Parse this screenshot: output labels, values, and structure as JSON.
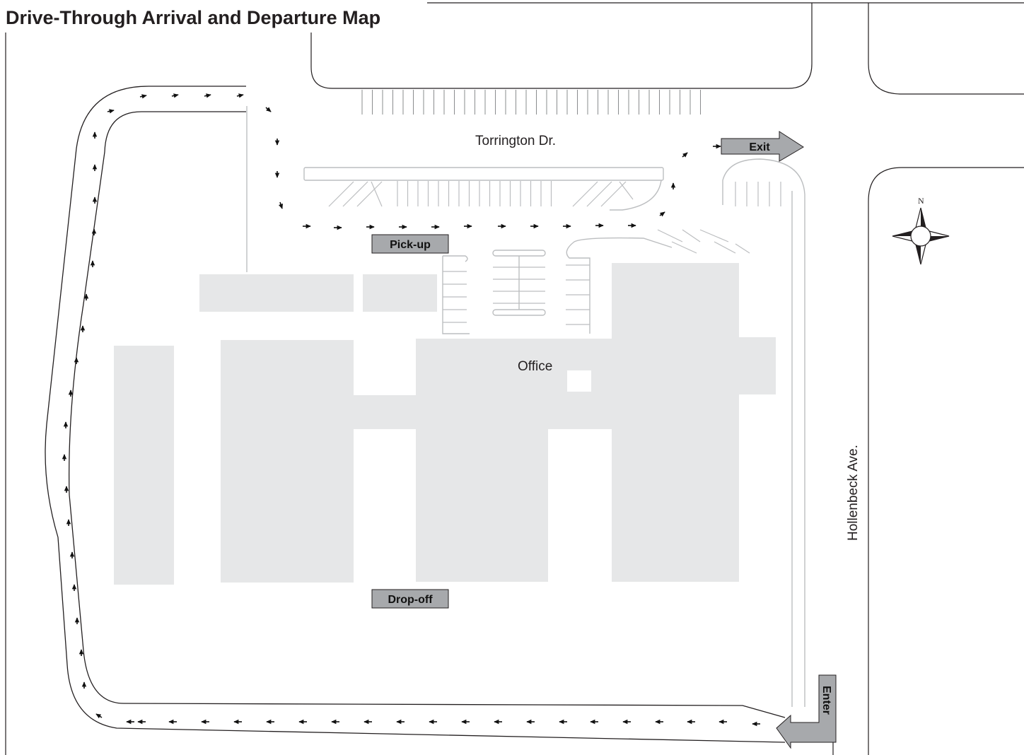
{
  "title": "Drive-Through Arrival and Departure Map",
  "labels": {
    "street_north": "Torrington Dr.",
    "street_east": "Hollenbeck Ave.",
    "building": "Office",
    "compass_n": "N"
  },
  "signs": {
    "pickup": "Pick-up",
    "dropoff": "Drop-off",
    "exit": "Exit",
    "enter": "Enter"
  },
  "colors": {
    "building": "#e6e7e8",
    "sign_fill": "#a7a9ac",
    "line": "#231f20",
    "parking_line": "#bcbec0"
  },
  "icons": {
    "compass": "compass-rose-icon",
    "direction": "direction-arrow-icon"
  }
}
